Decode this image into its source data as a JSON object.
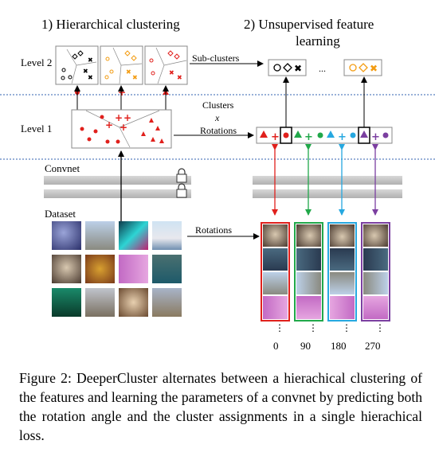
{
  "headings": {
    "hier": "1) Hierarchical clustering",
    "unsup_line1": "2) Unsupervised feature",
    "unsup_line2": "learning"
  },
  "levels": {
    "level2": "Level 2",
    "level1": "Level 1"
  },
  "labels": {
    "subclusters": "Sub-clusters",
    "clusters": "Clusters",
    "times": "x",
    "rotations_top": "Rotations",
    "convnet": "Convnet",
    "dataset": "Dataset",
    "rotations_mid": "Rotations",
    "ellipsis": "..."
  },
  "angles": [
    "0",
    "90",
    "180",
    "270"
  ],
  "dots": "⋮",
  "colors": {
    "red": "#e0201c",
    "green": "#21a84a",
    "blue": "#26a8e0",
    "purple": "#7b3fa0",
    "orange": "#f39c12",
    "gray_bar": "#c8c8c8",
    "dotted": "#3060b0"
  },
  "caption": "Figure 2: DeeperCluster alternates between a hierachical clustering of the features and learning the parameters of a convnet by predicting both the rotation angle and the cluster assignments in a single hierachical loss."
}
